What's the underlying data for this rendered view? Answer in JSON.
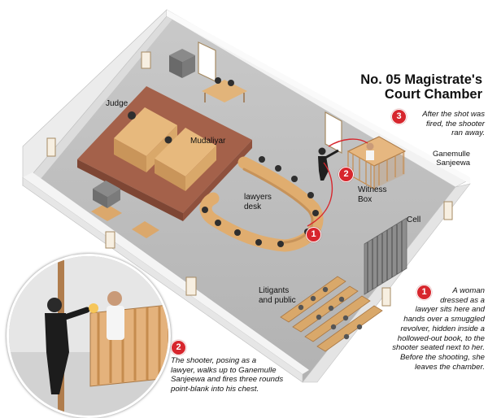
{
  "title": {
    "line1": "No. 05 Magistrate's",
    "line2": "Court Chamber"
  },
  "labels": {
    "judge": "Judge",
    "mudaliyar": "Mudaliyar",
    "lawyers_line1": "lawyers",
    "lawyers_line2": "desk",
    "witness_line1": "Witness",
    "witness_line2": "Box",
    "cell": "Cell",
    "litigants_line1": "Litigants",
    "litigants_line2": "and public",
    "victim_line1": "Ganemulle",
    "victim_line2": "Sanjeewa"
  },
  "steps": [
    {
      "number": "1",
      "lines": [
        "A woman",
        "dressed as a",
        "lawyer sits here and",
        "hands over a smuggled",
        "revolver, hidden inside a",
        "hollowed-out book, to the",
        "shooter seated next to her.",
        "Before the shooting, she",
        "leaves the chamber."
      ]
    },
    {
      "number": "2",
      "lines": [
        "The shooter, posing as a",
        "lawyer, walks up to Ganemulle",
        "Sanjeewa and fires three rounds",
        "point-blank into his chest."
      ]
    },
    {
      "number": "3",
      "lines": [
        "After the shot was",
        "fired, the shooter",
        "ran away."
      ]
    }
  ],
  "colors": {
    "accent": "#d7262d",
    "wood": "#d9a86a",
    "dais": "#a4614a",
    "wall": "#e9e9e9",
    "floor": "#b9b9b9"
  }
}
